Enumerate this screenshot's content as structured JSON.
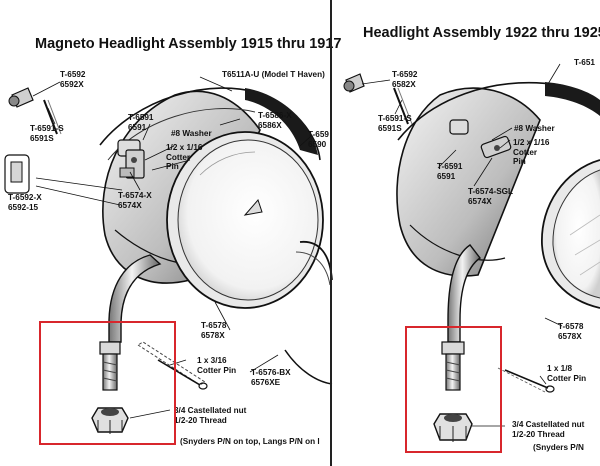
{
  "panels": {
    "left": {
      "title": "Magneto Headlight Assembly 1915 thru 1917",
      "labels": {
        "t6592": "T-6592\n6592X",
        "t6591s": "T-6591-S\n6591S",
        "t6591": "T-6591\n6591",
        "t6511": "T6511A-U (Model T Haven)",
        "t6586": "T-6586-X\n6586X",
        "t659_cut": "T-659\n6590",
        "washer": "#8 Washer",
        "cotter": "1/2 x 1/16\nCotter\nPin",
        "t6592x": "T-6592-X\n6592-15",
        "t6574": "T-6574-X\n6574X",
        "t6578": "T-6578\n6578X",
        "cotter_pin": "1 x 3/16\nCotter Pin",
        "t6576": "T-6576-BX\n6576XE",
        "nut": "3/4 Castellated nut\n1/2-20 Thread",
        "note": "(Snyders P/N on top, Langs P/N on l"
      }
    },
    "right": {
      "title": "Headlight Assembly 1922 thru 1925",
      "labels": {
        "t6592": "T-6592\n6582X",
        "t6591s": "T-6591-S\n6591S",
        "t6511_cut": "T-651",
        "washer": "#8 Washer",
        "cotter": "1/2 x 1/16\nCotter\nPin",
        "t6591": "T-6591\n6591",
        "t6574": "T-6574-SGL\n6574X",
        "t6578": "T-6578\n6578X",
        "cotter_pin": "1 x 1/8\nCotter Pin",
        "nut": "3/4 Castellated nut\n1/2-20 Thread",
        "note": "(Snyders P/N"
      }
    }
  }
}
